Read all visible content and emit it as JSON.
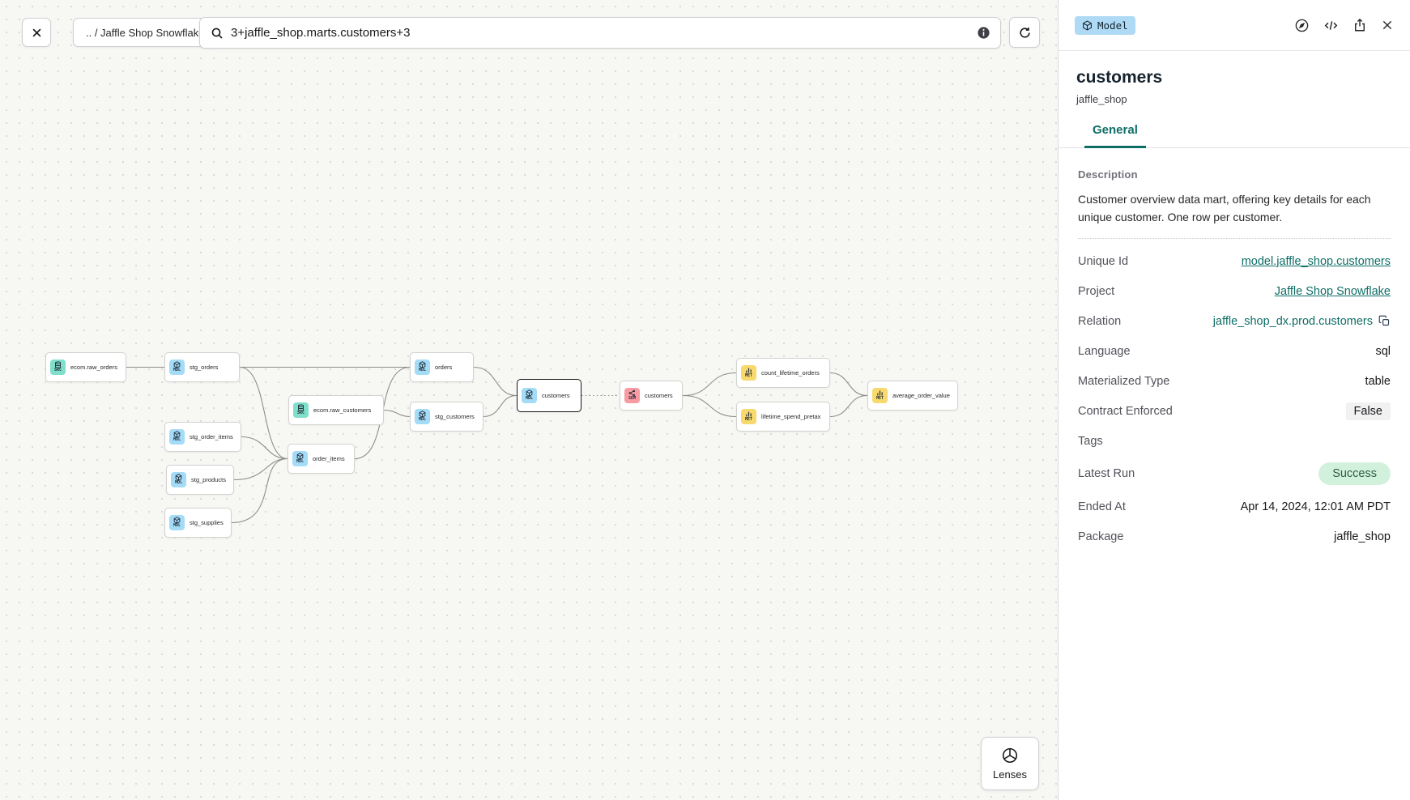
{
  "toolbar": {
    "breadcrumb": ".. / Jaffle Shop Snowflake",
    "search_value": "3+jaffle_shop.marts.customers+3"
  },
  "panel": {
    "badge_label": "Model",
    "title": "customers",
    "subtitle": "jaffle_shop",
    "tab": "General",
    "description_label": "Description",
    "description_text": "Customer overview data mart, offering key details for each unique customer. One row per customer.",
    "fields": [
      {
        "label": "Unique Id",
        "value": "model.jaffle_shop.customers",
        "type": "link"
      },
      {
        "label": "Project",
        "value": "Jaffle Shop Snowflake",
        "type": "link"
      },
      {
        "label": "Relation",
        "value": "jaffle_shop_dx.prod.customers",
        "type": "copy-link"
      },
      {
        "label": "Language",
        "value": "sql",
        "type": "text"
      },
      {
        "label": "Materialized Type",
        "value": "table",
        "type": "text"
      },
      {
        "label": "Contract Enforced",
        "value": "False",
        "type": "gray-badge"
      },
      {
        "label": "Tags",
        "value": "",
        "type": "text"
      },
      {
        "label": "Latest Run",
        "value": "Success",
        "type": "success-pill"
      },
      {
        "label": "Ended At",
        "value": "Apr 14, 2024, 12:01 AM PDT",
        "type": "text"
      },
      {
        "label": "Package",
        "value": "jaffle_shop",
        "type": "text"
      }
    ]
  },
  "graph": {
    "lenses_label": "Lenses",
    "nodes": [
      {
        "label": "ecom.raw_orders",
        "kind": "SRC"
      },
      {
        "label": "stg_orders",
        "kind": "MDL"
      },
      {
        "label": "ecom.raw_customers",
        "kind": "SRC"
      },
      {
        "label": "stg_order_items",
        "kind": "MDL"
      },
      {
        "label": "order_items",
        "kind": "MDL"
      },
      {
        "label": "stg_products",
        "kind": "MDL"
      },
      {
        "label": "stg_supplies",
        "kind": "MDL"
      },
      {
        "label": "orders",
        "kind": "MDL"
      },
      {
        "label": "stg_customers",
        "kind": "MDL"
      },
      {
        "label": "customers",
        "kind": "MDL",
        "selected": true
      },
      {
        "label": "customers",
        "kind": "SEM"
      },
      {
        "label": "count_lifetime_orders",
        "kind": "MET"
      },
      {
        "label": "lifetime_spend_pretax",
        "kind": "MET"
      },
      {
        "label": "average_order_value",
        "kind": "MET"
      }
    ]
  },
  "icons": {
    "close": "x",
    "search": "magnifier",
    "info": "info-filled-circle",
    "refresh": "circular-arrow",
    "model_badge": "cube",
    "explore": "compass",
    "code": "angle-brackets",
    "share": "box-with-up-arrow",
    "copy": "overlapping-squares",
    "lenses": "aperture",
    "source_node": "database",
    "model_node": "cube",
    "semantic_node": "share-network",
    "metric_node": "bar-chart"
  },
  "colors": {
    "accent_teal": "#0e6e66",
    "model_badge_blue": "#aedaf5",
    "source_icon_teal": "#7fdfca",
    "model_icon_blue": "#a4dcf7",
    "semantic_icon_pink": "#f99ba3",
    "metric_icon_yellow": "#f7d96d",
    "success_pill_bg": "#d2f1dd",
    "selected_node_border": "#1a1a1a",
    "canvas_bg": "#f7f7f4"
  }
}
